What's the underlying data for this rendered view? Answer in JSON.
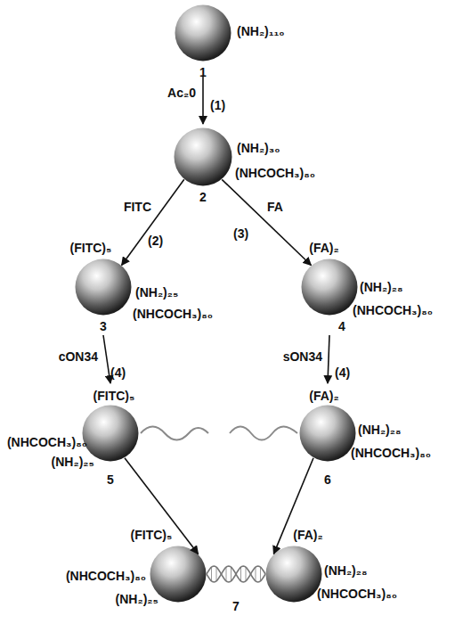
{
  "diagram": {
    "nodes": [
      {
        "text": [
          "(NH₂)₁₁₀",
          "1"
        ]
      },
      {
        "text": [
          "(NH₂)₃₀",
          "(NHCOCH₃)₈₀",
          "2"
        ]
      },
      {
        "text": [
          "(FITC)₅",
          "(NH₂)₂₅",
          "(NHCOCH₃)₈₀",
          "3"
        ]
      },
      {
        "text": [
          "(FA)₂",
          "(NH₂)₂₈",
          "(NHCOCH₃)₈₀",
          "4"
        ]
      },
      {
        "text": [
          "(FITC)₅",
          "(NHCOCH₃)₈₀",
          "(NH₂)₂₅",
          "5"
        ]
      },
      {
        "text": [
          "(FA)₂",
          "(NH₂)₂₈",
          "(NHCOCH₃)₈₀",
          "6"
        ]
      },
      {
        "text": [
          "(FITC)₅",
          "(NHCOCH₃)₈₀",
          "(NH₂)₂₅"
        ]
      },
      {
        "text": [
          "(FA)₂",
          "(NH₂)₂₈",
          "(NHCOCH₃)₈₀"
        ]
      }
    ],
    "edges": [
      {
        "from": 0,
        "to": 1,
        "arrow": "to",
        "label": "Ac₂0"
      },
      {
        "from": 1,
        "to": 2,
        "arrow": "to",
        "label": "FITC"
      },
      {
        "from": 1,
        "to": 3,
        "arrow": "to",
        "label": "FA"
      },
      {
        "from": 2,
        "to": 4,
        "arrow": "to",
        "label": "cON34"
      },
      {
        "from": 3,
        "to": 5,
        "arrow": "to",
        "label": "sON34"
      },
      {
        "from": 4,
        "to": 6,
        "arrow": "to"
      },
      {
        "from": 5,
        "to": 7,
        "arrow": "to"
      },
      {
        "from": 6,
        "to": 7,
        "arrow": "none"
      }
    ],
    "labels": [
      "(1)",
      "(2)",
      "(3)",
      "(4)",
      "(4)",
      "7"
    ]
  }
}
